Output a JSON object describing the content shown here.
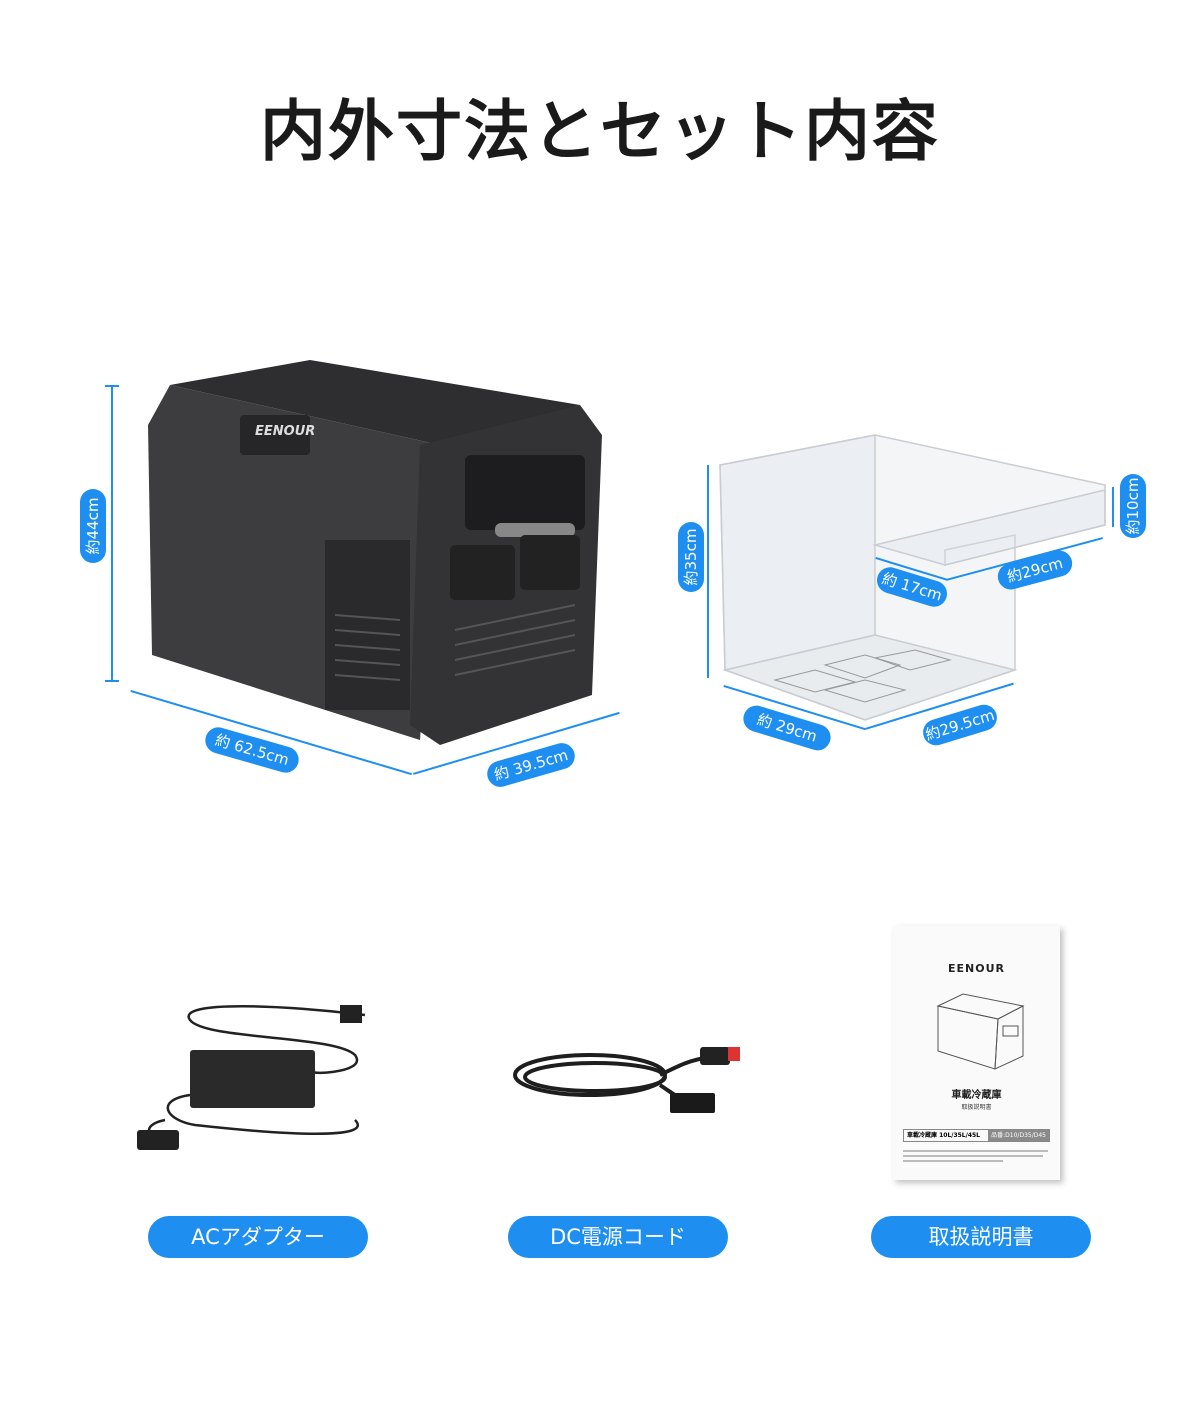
{
  "title": "内外寸法とセット内容",
  "fridge": {
    "brand": "EENOUR",
    "height": "約44cm",
    "length": "約 62.5cm",
    "depth": "約 39.5cm"
  },
  "bin": {
    "height": "約35cm",
    "tray_height": "約10cm",
    "tray_depth": "約 17cm",
    "tray_width": "約29cm",
    "depth": "約 29cm",
    "width": "約29.5cm"
  },
  "accessories": [
    {
      "label": "ACアダプター"
    },
    {
      "label": "DC電源コード"
    },
    {
      "label": "取扱説明書"
    }
  ],
  "manual": {
    "brand": "EENOUR",
    "title": "車載冷蔵庫",
    "subtitle": "取扱説明書",
    "model_line": "車載冷蔵庫 10L/35L/45L",
    "model_number": "品番:D10/D35/D45"
  },
  "colors": {
    "accent": "#1e8ff0",
    "fridge": "#3a3a3c"
  }
}
